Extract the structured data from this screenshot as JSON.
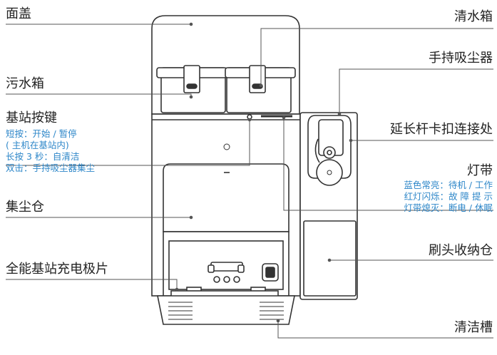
{
  "labels": {
    "cover": "面盖",
    "clean_tank": "清水箱",
    "handheld_vacuum": "手持吸尘器",
    "dirty_tank": "污水箱",
    "base_button": "基站按键",
    "extension_rod": "延长杆卡扣连接处",
    "light_strip": "灯带",
    "dust_bin": "集尘仓",
    "brush_storage": "刷头收纳仓",
    "charging_plate": "全能基站充电极片",
    "cleaning_tray": "清洁槽"
  },
  "button_notes": [
    "短按：开始 / 暂停",
    "( 主机在基站内)",
    "长按 3 秒：自清洁",
    "双击：手持吸尘器集尘"
  ],
  "light_notes": [
    "蓝色常亮：待机 / 工作",
    "红灯闪烁：故 障 提 示",
    "灯带熄灭：断电 / 休眠"
  ],
  "colors": {
    "text": "#222222",
    "note": "#2e87c9",
    "line": "#555555",
    "outline": "#333333"
  }
}
